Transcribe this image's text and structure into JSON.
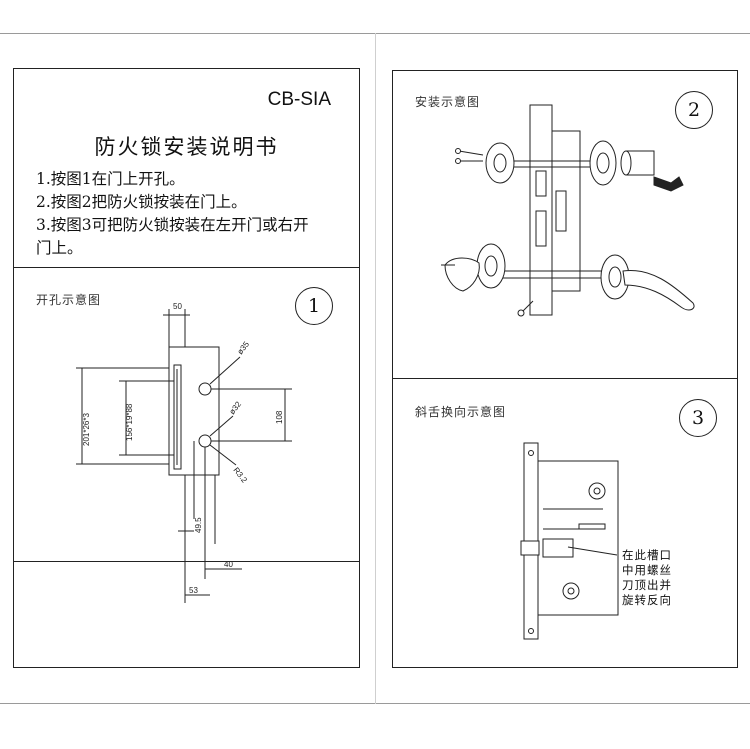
{
  "left_panel": {
    "model": "CB-SIA",
    "title": "防火锁安装说明书",
    "steps": [
      "1.按图1在门上开孔。",
      "2.按图2把防火锁按装在门上。",
      "3.按图3可把防火锁按装在左开门或右开",
      "门上。"
    ],
    "figure1": {
      "label": "开孔示意图",
      "number": "1",
      "dims": {
        "top": "50",
        "d35": "ø35",
        "d32": "ø32",
        "left_outer": "201*26*3",
        "left_inner": "156*19*88",
        "right": "108",
        "radius": "R3.2",
        "bottom_small": "49.5",
        "bottom_40": "40",
        "bottom_53": "53"
      }
    }
  },
  "right_panel": {
    "figure2": {
      "label": "安装示意图",
      "number": "2"
    },
    "figure3": {
      "label": "斜舌换向示意图",
      "number": "3",
      "note": [
        "在此槽口",
        "中用螺丝",
        "刀顶出并",
        "旋转反向"
      ]
    }
  }
}
